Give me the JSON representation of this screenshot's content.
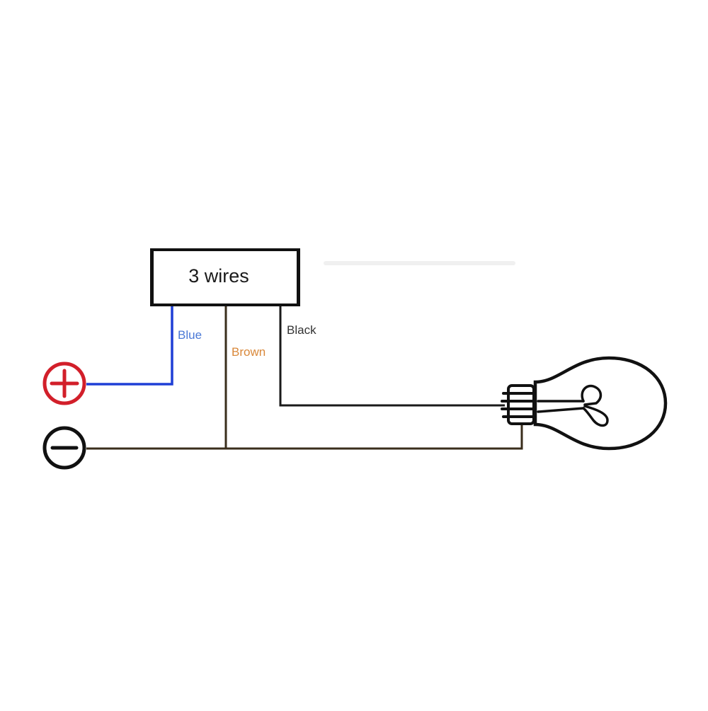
{
  "module": {
    "label": "3 wires"
  },
  "wires": [
    {
      "id": "blue",
      "label": "Blue",
      "color": "#1f3fd6",
      "label_color": "#4a78d6"
    },
    {
      "id": "brown",
      "label": "Brown",
      "color": "#3a2e1c",
      "label_color": "#d9883a"
    },
    {
      "id": "black",
      "label": "Black",
      "color": "#1a1a1a",
      "label_color": "#333333"
    }
  ],
  "terminals": {
    "positive": {
      "symbol": "plus-icon",
      "color": "#d21f2a"
    },
    "negative": {
      "symbol": "minus-icon",
      "color": "#111111"
    }
  },
  "load": {
    "icon": "light-bulb-icon"
  }
}
